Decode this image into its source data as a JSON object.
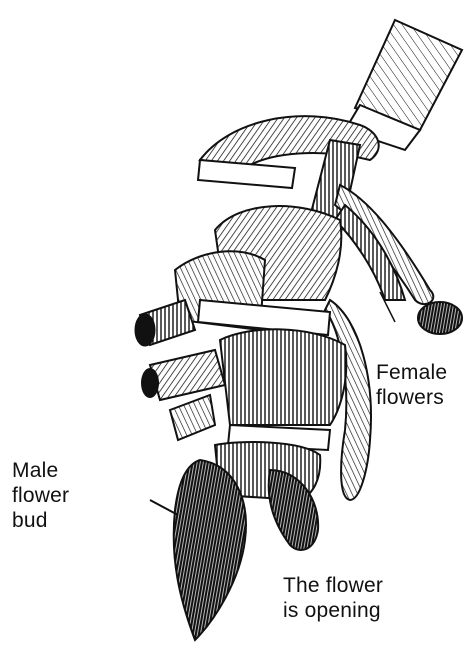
{
  "labels": {
    "female_flowers": [
      "Female",
      "flowers"
    ],
    "male_flower_bud": [
      "Male",
      "flower",
      "bud"
    ],
    "flower_opening": [
      "The flower",
      "is opening"
    ]
  },
  "colors": {
    "ink": "#111111",
    "paper": "#ffffff",
    "shade": "#2a2a2a"
  }
}
